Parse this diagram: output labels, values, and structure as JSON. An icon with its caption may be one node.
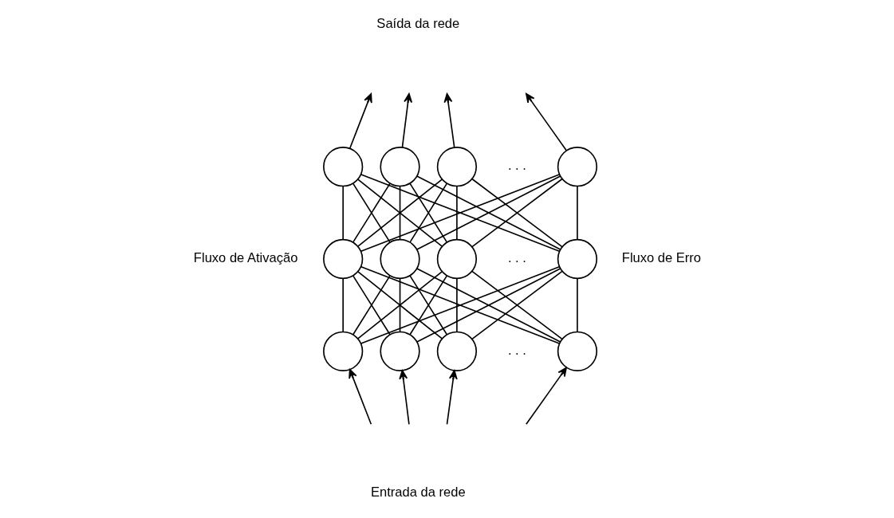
{
  "diagram": {
    "nodes": [
      {
        "text": [],
        "shape": "circle"
      },
      {
        "text": [],
        "shape": "circle"
      },
      {
        "text": [],
        "shape": "circle"
      },
      {
        "text": [],
        "shape": "circle"
      },
      {
        "text": [],
        "shape": "circle"
      },
      {
        "text": [],
        "shape": "circle"
      },
      {
        "text": [],
        "shape": "circle"
      },
      {
        "text": [],
        "shape": "circle"
      },
      {
        "text": [],
        "shape": "circle"
      },
      {
        "text": [],
        "shape": "circle"
      },
      {
        "text": [],
        "shape": "circle"
      },
      {
        "text": [],
        "shape": "circle"
      }
    ],
    "edges": [
      {
        "from": null,
        "to": 8,
        "arrow": "to"
      },
      {
        "from": null,
        "to": 9,
        "arrow": "to"
      },
      {
        "from": null,
        "to": 10,
        "arrow": "to"
      },
      {
        "from": null,
        "to": 11,
        "arrow": "to"
      },
      {
        "from": 8,
        "to": 4,
        "arrow": "none"
      },
      {
        "from": 8,
        "to": 5,
        "arrow": "none"
      },
      {
        "from": 8,
        "to": 6,
        "arrow": "none"
      },
      {
        "from": 8,
        "to": 7,
        "arrow": "none"
      },
      {
        "from": 9,
        "to": 4,
        "arrow": "none"
      },
      {
        "from": 9,
        "to": 5,
        "arrow": "none"
      },
      {
        "from": 9,
        "to": 6,
        "arrow": "none"
      },
      {
        "from": 9,
        "to": 7,
        "arrow": "none"
      },
      {
        "from": 10,
        "to": 4,
        "arrow": "none"
      },
      {
        "from": 10,
        "to": 5,
        "arrow": "none"
      },
      {
        "from": 10,
        "to": 6,
        "arrow": "none"
      },
      {
        "from": 10,
        "to": 7,
        "arrow": "none"
      },
      {
        "from": 11,
        "to": 4,
        "arrow": "none"
      },
      {
        "from": 11,
        "to": 5,
        "arrow": "none"
      },
      {
        "from": 11,
        "to": 6,
        "arrow": "none"
      },
      {
        "from": 11,
        "to": 7,
        "arrow": "none"
      },
      {
        "from": 4,
        "to": 0,
        "arrow": "none"
      },
      {
        "from": 4,
        "to": 1,
        "arrow": "none"
      },
      {
        "from": 4,
        "to": 2,
        "arrow": "none"
      },
      {
        "from": 4,
        "to": 3,
        "arrow": "none"
      },
      {
        "from": 5,
        "to": 0,
        "arrow": "none"
      },
      {
        "from": 5,
        "to": 1,
        "arrow": "none"
      },
      {
        "from": 5,
        "to": 2,
        "arrow": "none"
      },
      {
        "from": 5,
        "to": 3,
        "arrow": "none"
      },
      {
        "from": 6,
        "to": 0,
        "arrow": "none"
      },
      {
        "from": 6,
        "to": 1,
        "arrow": "none"
      },
      {
        "from": 6,
        "to": 2,
        "arrow": "none"
      },
      {
        "from": 6,
        "to": 3,
        "arrow": "none"
      },
      {
        "from": 7,
        "to": 0,
        "arrow": "none"
      },
      {
        "from": 7,
        "to": 1,
        "arrow": "none"
      },
      {
        "from": 7,
        "to": 2,
        "arrow": "none"
      },
      {
        "from": 7,
        "to": 3,
        "arrow": "none"
      },
      {
        "from": 0,
        "to": null,
        "arrow": "to"
      },
      {
        "from": 1,
        "to": null,
        "arrow": "to"
      },
      {
        "from": 2,
        "to": null,
        "arrow": "to"
      },
      {
        "from": 3,
        "to": null,
        "arrow": "to"
      }
    ],
    "labels": [
      "Saída da rede",
      "Fluxo de Ativação",
      ". . .",
      ". . .",
      "Fluxo de Erro",
      ". . .",
      "Entrada da rede"
    ]
  }
}
